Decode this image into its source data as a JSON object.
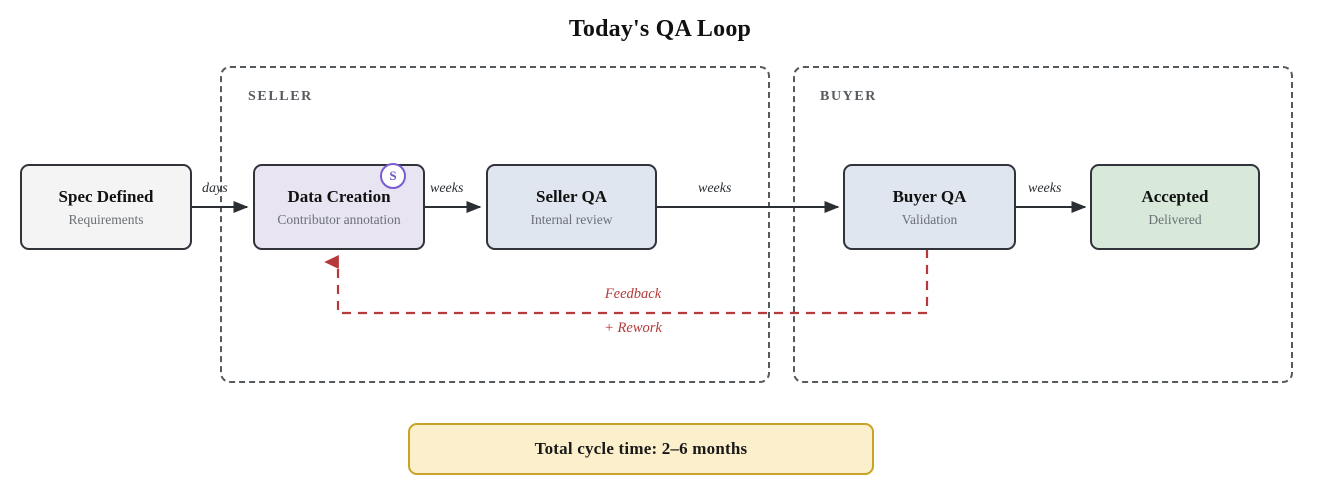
{
  "title": "Today's QA Loop",
  "lanes": [
    {
      "label": "SELLER"
    },
    {
      "label": "BUYER"
    }
  ],
  "nodes": [
    {
      "id": "spec",
      "title": "Spec Defined",
      "subtitle": "Requirements",
      "fill": "#f4f4f4",
      "border": "#30343a"
    },
    {
      "id": "creation",
      "title": "Data Creation",
      "subtitle": "Contributor annotation",
      "fill": "#e8e4f1",
      "border": "#30343a",
      "badge": "S",
      "badge_color": "#6f54c4"
    },
    {
      "id": "sellerqa",
      "title": "Seller QA",
      "subtitle": "Internal review",
      "fill": "#dfe6ef",
      "border": "#30343a"
    },
    {
      "id": "buyerqa",
      "title": "Buyer QA",
      "subtitle": "Validation",
      "fill": "#dfe6ef",
      "border": "#30343a"
    },
    {
      "id": "accepted",
      "title": "Accepted",
      "subtitle": "Delivered",
      "fill": "#d8e9d9",
      "border": "#30343a"
    }
  ],
  "edges": [
    {
      "id": "spec-to-creation",
      "label": "days"
    },
    {
      "id": "creation-to-sellerqa",
      "label": "weeks"
    },
    {
      "id": "sellerqa-to-buyerqa",
      "label": "weeks"
    },
    {
      "id": "buyerqa-to-accepted",
      "label": "weeks"
    }
  ],
  "feedback": {
    "label_top": "Feedback",
    "label_bottom": "+ Rework",
    "color": "#b5393a",
    "style": "dashed"
  },
  "banner": {
    "text": "Total cycle time: 2–6 months",
    "fill": "#fcf0cc",
    "border": "#c9a227"
  },
  "colors": {
    "lane_border": "#555a5e",
    "arrow": "#2b2f33",
    "accent_purple": "#6f54c4",
    "feedback_red": "#b5393a",
    "banner_gold": "#c9a227"
  }
}
